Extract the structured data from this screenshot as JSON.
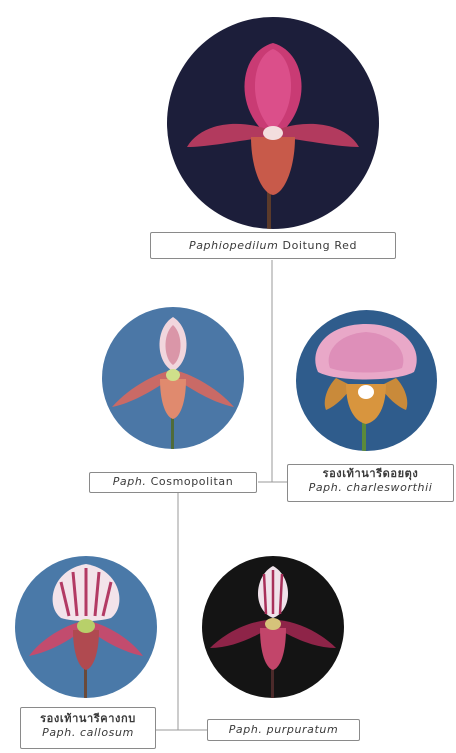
{
  "nodes": {
    "doitung_red": {
      "genus": "Paphiopedilum",
      "name": "Doitung Red",
      "photo_bg": "#1c1e3a"
    },
    "cosmopolitan": {
      "genus": "Paph.",
      "name": "Cosmopolitan",
      "photo_bg": "#4b77a6"
    },
    "charlesworthii": {
      "thai_name": "รองเท้านารีดอยตุง",
      "scientific_name": "Paph. charlesworthii",
      "photo_bg": "#2f5c8c"
    },
    "callosum": {
      "thai_name": "รองเท้านารีคางกบ",
      "scientific_name": "Paph. callosum",
      "photo_bg": "#4a79a8"
    },
    "purpuratum": {
      "scientific_name": "Paph. purpuratum",
      "photo_bg": "#141414"
    }
  },
  "icons": {
    "doitung_red": "orchid-doitung-red-icon",
    "cosmopolitan": "orchid-cosmopolitan-icon",
    "charlesworthii": "orchid-charlesworthii-icon",
    "callosum": "orchid-callosum-icon",
    "purpuratum": "orchid-purpuratum-icon"
  },
  "colors": {
    "connector": "#9a9a9a",
    "label_border": "#8a8a8a"
  }
}
